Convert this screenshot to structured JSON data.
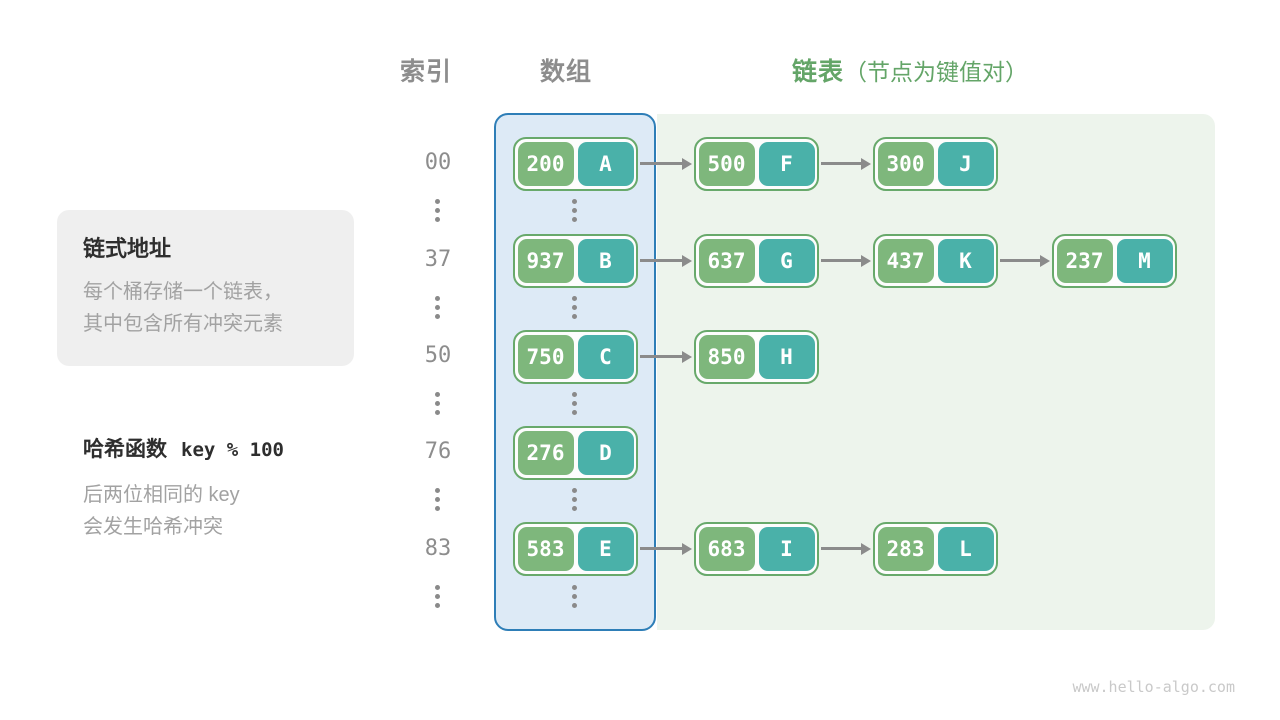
{
  "header": {
    "col_index": "索引",
    "col_array": "数组",
    "col_list": "链表",
    "col_list_note": "（节点为键值对）"
  },
  "callout": {
    "title": "链式地址",
    "lines": [
      "每个桶存储一个链表，",
      "其中包含所有冲突元素"
    ]
  },
  "hash_note": {
    "label": "哈希函数",
    "formula": "key % 100",
    "lines": [
      "后两位相同的 key",
      "会发生哈希冲突"
    ]
  },
  "watermark": "www.hello-algo.com",
  "colors": {
    "key_green": "#7eb77c",
    "value_teal": "#4ab1a9",
    "node_border": "#68a96b",
    "array_fill": "#ddeaf6",
    "array_border": "#2e7eb7",
    "list_fill": "#edf4ec",
    "arrow_gray": "#8b8b8b",
    "header_green": "#64a568",
    "muted_gray": "#8d8d8d"
  },
  "rows": [
    {
      "index": "00",
      "nodes": [
        {
          "key": "200",
          "value": "A"
        },
        {
          "key": "500",
          "value": "F"
        },
        {
          "key": "300",
          "value": "J"
        }
      ]
    },
    {
      "index": "37",
      "nodes": [
        {
          "key": "937",
          "value": "B"
        },
        {
          "key": "637",
          "value": "G"
        },
        {
          "key": "437",
          "value": "K"
        },
        {
          "key": "237",
          "value": "M"
        }
      ]
    },
    {
      "index": "50",
      "nodes": [
        {
          "key": "750",
          "value": "C"
        },
        {
          "key": "850",
          "value": "H"
        }
      ]
    },
    {
      "index": "76",
      "nodes": [
        {
          "key": "276",
          "value": "D"
        }
      ]
    },
    {
      "index": "83",
      "nodes": [
        {
          "key": "583",
          "value": "E"
        },
        {
          "key": "683",
          "value": "I"
        },
        {
          "key": "283",
          "value": "L"
        }
      ]
    }
  ]
}
